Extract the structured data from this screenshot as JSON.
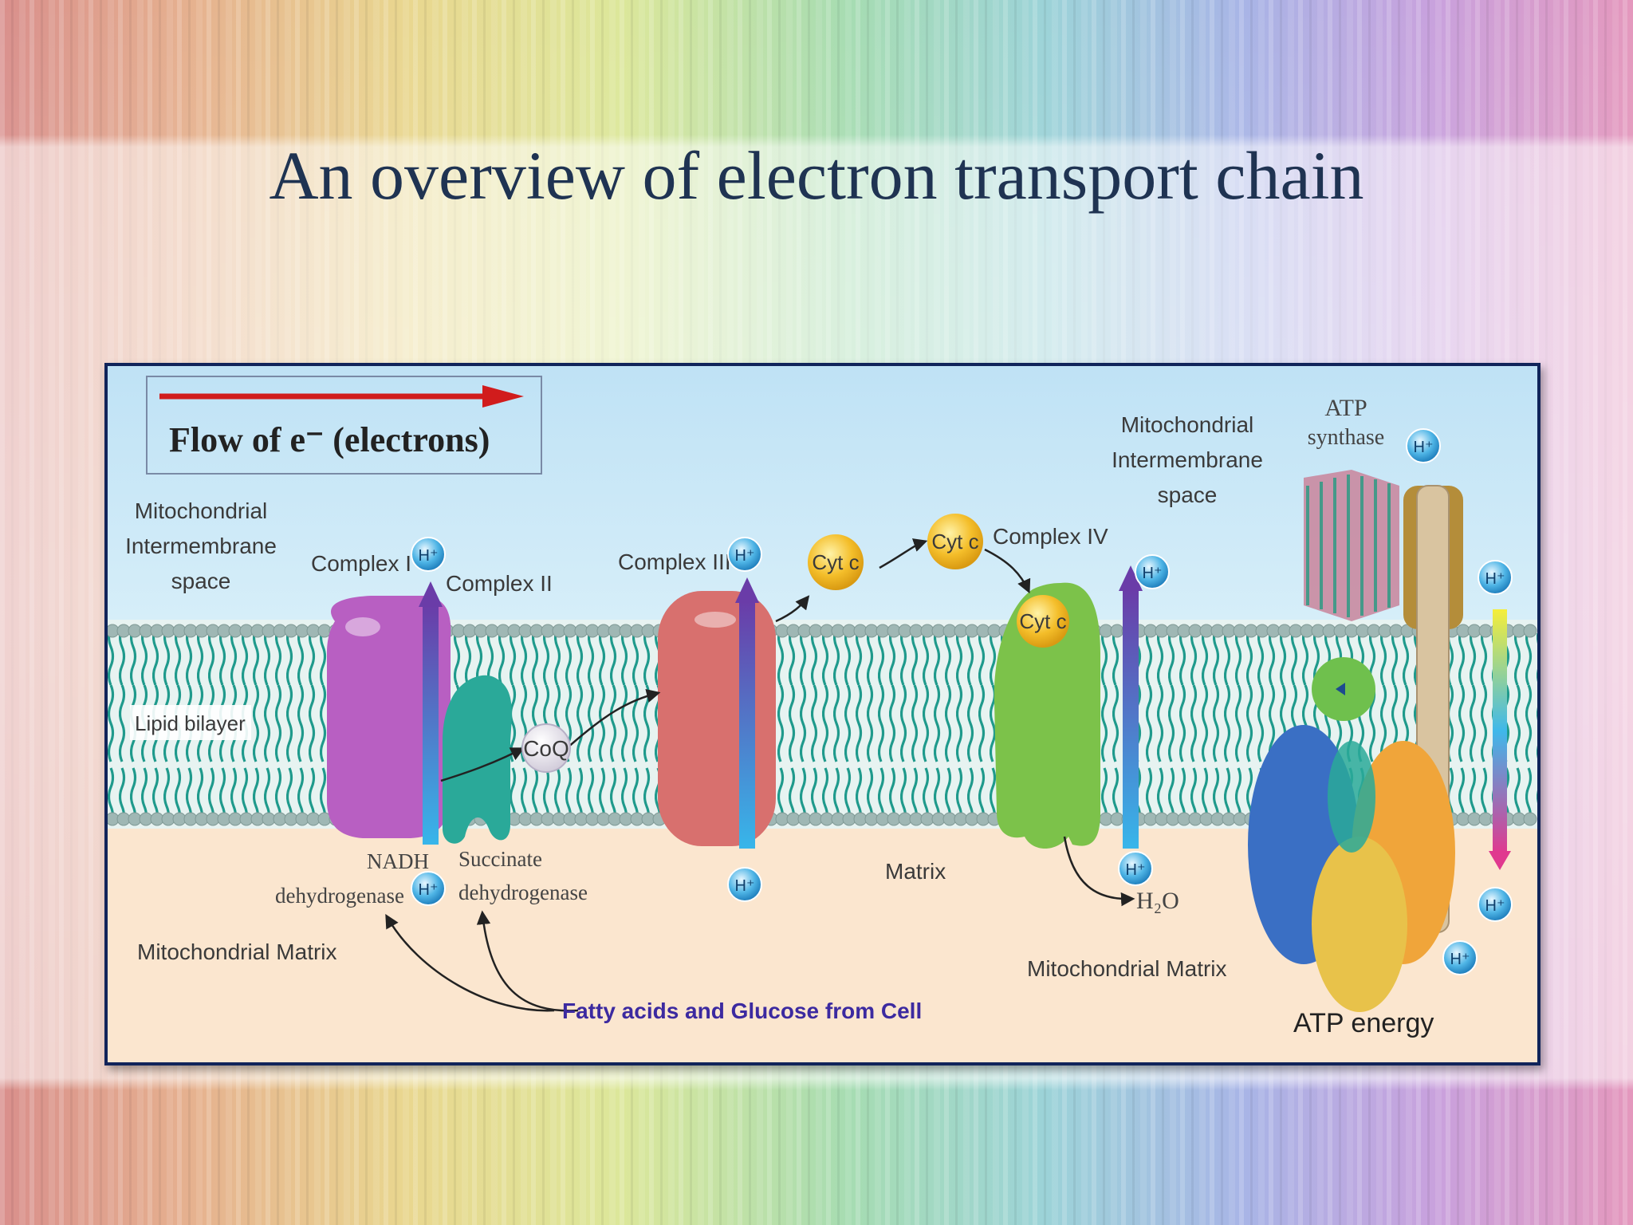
{
  "slide": {
    "title": "An overview of electron transport chain"
  },
  "legend": {
    "label": "Flow of e⁻ (electrons)",
    "arrow_color": "#d11c1c"
  },
  "labels": {
    "intermembrane_left": [
      "Mitochondrial",
      "Intermembrane",
      "space"
    ],
    "intermembrane_right": [
      "Mitochondrial",
      "Intermembrane",
      "space"
    ],
    "lipid_bilayer": "Lipid bilayer",
    "matrix_center": "Matrix",
    "matrix_left": "Mitochondrial Matrix",
    "matrix_right": "Mitochondrial Matrix",
    "fuel_source": "Fatty acids and Glucose from Cell",
    "atp_synthase": [
      "ATP",
      "synthase"
    ],
    "atp_energy": "ATP  energy",
    "water": "H₂O"
  },
  "complexes": {
    "complex_1": {
      "name": "Complex I",
      "enzyme": [
        "NADH",
        "dehydrogenase"
      ],
      "color": "#b85fc2"
    },
    "complex_2": {
      "name": "Complex II",
      "enzyme": [
        "Succinate",
        "dehydrogenase"
      ],
      "color": "#2aa999"
    },
    "complex_3": {
      "name": "Complex III",
      "color": "#d8706e"
    },
    "complex_4": {
      "name": "Complex IV",
      "color": "#7cc24a"
    }
  },
  "carriers": {
    "coq": "CoQ",
    "cyt_c": "Cyt c"
  },
  "proton": "H⁺",
  "colors": {
    "intermembrane": "#cfe9f7",
    "matrix": "#fbe6cf",
    "lipid": "#1f9a8c",
    "head_groups": "#9fb7b4",
    "frame_border": "#10245a",
    "title": "#1f3352",
    "fuel_text": "#3c2aa0"
  }
}
